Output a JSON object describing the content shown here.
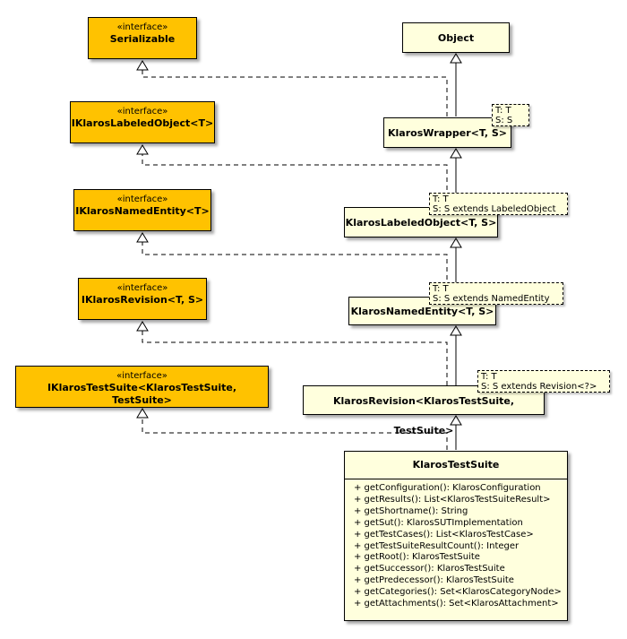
{
  "stereotype": "«interface»",
  "interfaces": {
    "serializable": "Serializable",
    "labeled_object": "IKlarosLabeledObject<T>",
    "named_entity": "IKlarosNamedEntity<T>",
    "revision": "IKlarosRevision<T, S>",
    "test_suite": "IKlarosTestSuite<KlarosTestSuite, TestSuite>"
  },
  "classes": {
    "object": "Object",
    "wrapper": "KlarosWrapper<T, S>",
    "labeled_object": "KlarosLabeledObject<T, S>",
    "named_entity": "KlarosNamedEntity<T, S>",
    "revision": "KlarosRevision<KlarosTestSuite, TestSuite>",
    "test_suite": "KlarosTestSuite"
  },
  "type_params": {
    "wrapper": [
      "T: T",
      "S: S"
    ],
    "labeled_object": [
      "T: T",
      "S: S extends LabeledObject"
    ],
    "named_entity": [
      "T: T",
      "S: S extends NamedEntity"
    ],
    "revision": [
      "T: T",
      "S: S extends Revision<?>"
    ]
  },
  "methods": [
    "+ getConfiguration(): KlarosConfiguration",
    "+ getResults(): List<KlarosTestSuiteResult>",
    "+ getShortname(): String",
    "+ getSut(): KlarosSUTImplementation",
    "+ getTestCases(): List<KlarosTestCase>",
    "+ getTestSuiteResultCount(): Integer",
    "+ getRoot(): KlarosTestSuite",
    "+ getSuccessor(): KlarosTestSuite",
    "+ getPredecessor(): KlarosTestSuite",
    "+ getCategories(): Set<KlarosCategoryNode>",
    "+ getAttachments(): Set<KlarosAttachment>"
  ],
  "colors": {
    "interface_fill": "#ffc200",
    "class_fill": "#ffffdd",
    "line": "#000000"
  }
}
